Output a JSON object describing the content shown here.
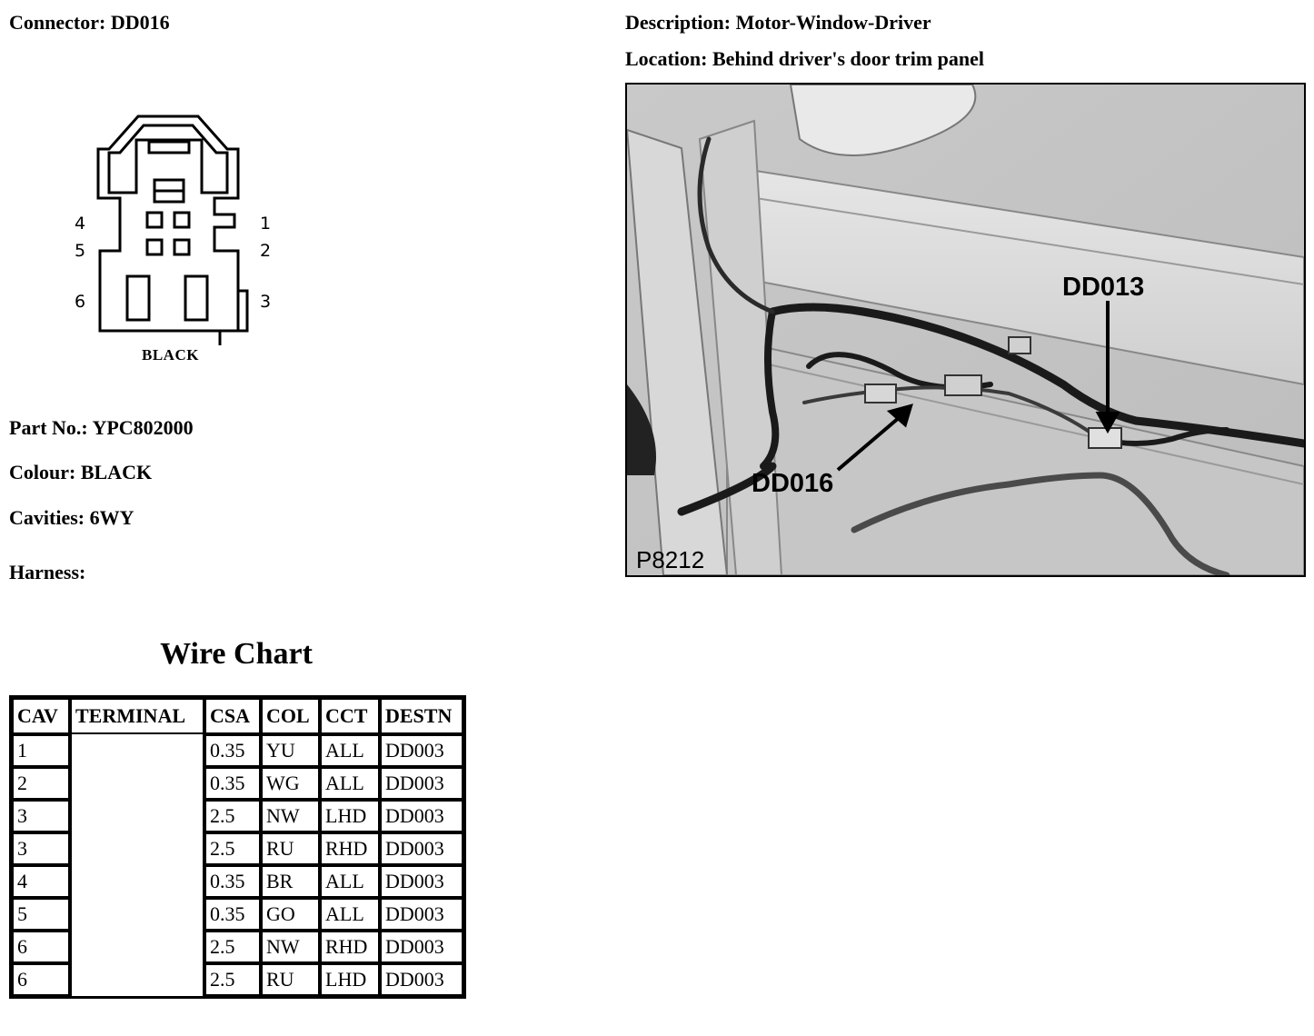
{
  "connector": {
    "label": "Connector:",
    "value": "DD016"
  },
  "description": {
    "label": "Description:",
    "value": "Motor-Window-Driver"
  },
  "location": {
    "label": "Location:",
    "value": "Behind driver's door trim panel"
  },
  "part": {
    "label": "Part No.:",
    "value": "YPC802000"
  },
  "colour": {
    "label": "Colour:",
    "value": "BLACK"
  },
  "cavities": {
    "label": "Cavities:",
    "value": "6WY"
  },
  "harness": {
    "label": "Harness:",
    "value": ""
  },
  "diagram": {
    "pins": [
      "1",
      "2",
      "3",
      "4",
      "5",
      "6"
    ],
    "color_label": "BLACK"
  },
  "photo": {
    "callouts": [
      "DD013",
      "DD016"
    ],
    "reference": "P8212"
  },
  "wire_chart": {
    "title": "Wire Chart",
    "headers": [
      "CAV",
      "TERMINAL",
      "CSA",
      "COL",
      "CCT",
      "DESTN"
    ],
    "rows": [
      {
        "cav": "1",
        "terminal": "",
        "csa": "0.35",
        "col": "YU",
        "cct": "ALL",
        "destn": "DD003"
      },
      {
        "cav": "2",
        "terminal": "",
        "csa": "0.35",
        "col": "WG",
        "cct": "ALL",
        "destn": "DD003"
      },
      {
        "cav": "3",
        "terminal": "",
        "csa": "2.5",
        "col": "NW",
        "cct": "LHD",
        "destn": "DD003"
      },
      {
        "cav": "3",
        "terminal": "",
        "csa": "2.5",
        "col": "RU",
        "cct": "RHD",
        "destn": "DD003"
      },
      {
        "cav": "4",
        "terminal": "",
        "csa": "0.35",
        "col": "BR",
        "cct": "ALL",
        "destn": "DD003"
      },
      {
        "cav": "5",
        "terminal": "",
        "csa": "0.35",
        "col": "GO",
        "cct": "ALL",
        "destn": "DD003"
      },
      {
        "cav": "6",
        "terminal": "",
        "csa": "2.5",
        "col": "NW",
        "cct": "RHD",
        "destn": "DD003"
      },
      {
        "cav": "6",
        "terminal": "",
        "csa": "2.5",
        "col": "RU",
        "cct": "LHD",
        "destn": "DD003"
      }
    ]
  }
}
